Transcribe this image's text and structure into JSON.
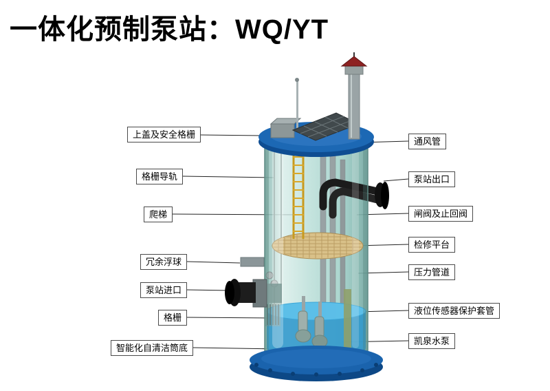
{
  "title": "一体化预制泵站：WQ/YT",
  "diagram": {
    "left_labels": [
      {
        "id": "top-cover-safety-grille",
        "label": "上盖及安全格栅"
      },
      {
        "id": "grille-guide-rail",
        "label": "格栅导轨"
      },
      {
        "id": "ladder",
        "label": "爬梯"
      },
      {
        "id": "redundant-float-ball",
        "label": "冗余浮球"
      },
      {
        "id": "pump-station-inlet",
        "label": "泵站进口"
      },
      {
        "id": "grille",
        "label": "格栅"
      },
      {
        "id": "smart-self-cleaning-bottom",
        "label": "智能化自清洁筒底"
      }
    ],
    "right_labels": [
      {
        "id": "ventilation-pipe",
        "label": "通风管"
      },
      {
        "id": "pump-station-outlet",
        "label": "泵站出口"
      },
      {
        "id": "gate-and-check-valve",
        "label": "闸阀及止回阀"
      },
      {
        "id": "maintenance-platform",
        "label": "检修平台"
      },
      {
        "id": "pressure-pipe",
        "label": "压力管道"
      },
      {
        "id": "level-sensor-protective-sleeve",
        "label": "液位传感器保护套管"
      },
      {
        "id": "kaiquan-water-pump",
        "label": "凯泉水泵"
      }
    ],
    "colors": {
      "lid_blue": "#1c68b4",
      "base_blue": "#1a63ad",
      "tank_teal": "#a9d6cf",
      "water_blue": "#2f97cc",
      "ladder_yellow": "#d9a82a",
      "platform_tan": "#d9c189",
      "pipe_black": "#1a1a1a",
      "roof_red": "#8e2222"
    }
  }
}
